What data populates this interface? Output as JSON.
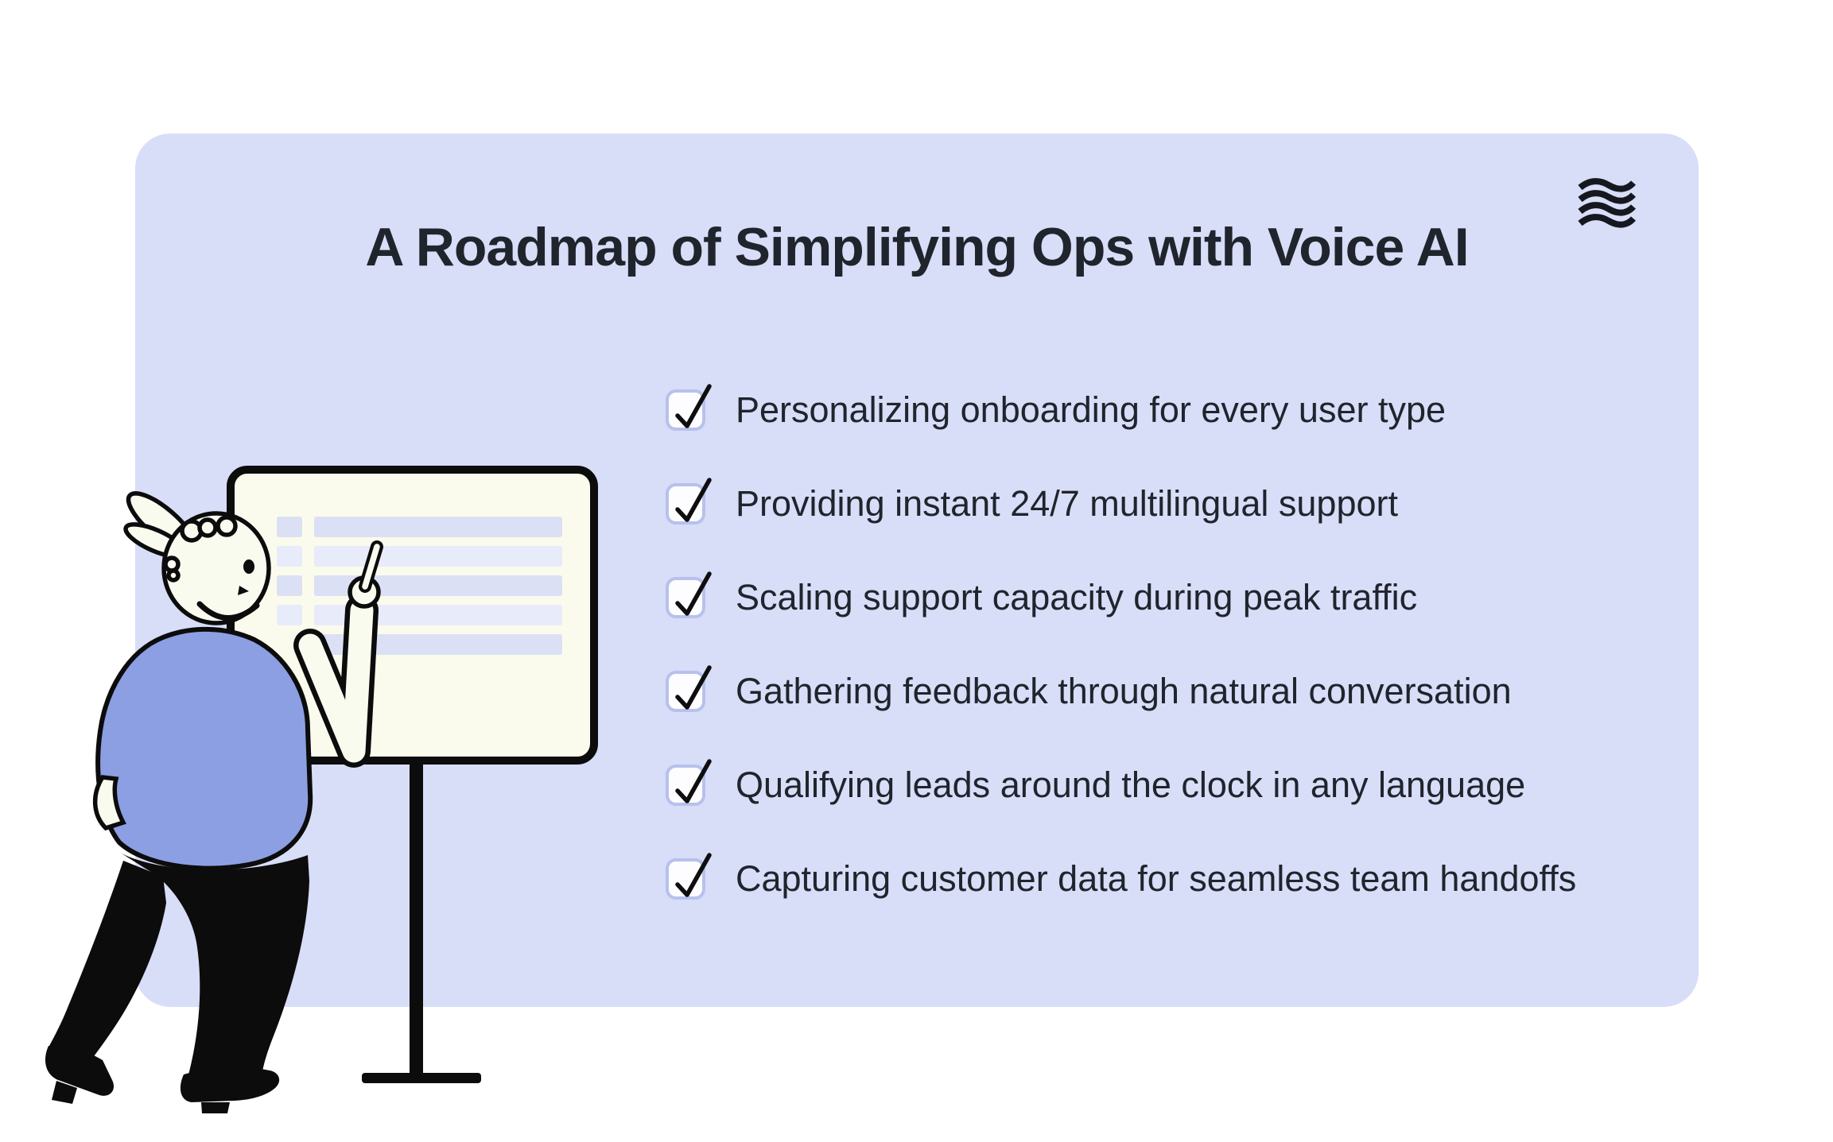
{
  "card": {
    "title": "A Roadmap of Simplifying Ops with Voice AI",
    "background": "#d8ddf8",
    "title_color": "#20242c"
  },
  "brand": {
    "icon": "wave-flag-icon",
    "color": "#16181f"
  },
  "checklist": {
    "items": [
      {
        "checked": true,
        "label": "Personalizing onboarding for every user type"
      },
      {
        "checked": true,
        "label": "Providing instant 24/7 multilingual support"
      },
      {
        "checked": true,
        "label": "Scaling support capacity during peak traffic"
      },
      {
        "checked": true,
        "label": "Gathering feedback through natural conversation"
      },
      {
        "checked": true,
        "label": "Qualifying leads around the clock in any language"
      },
      {
        "checked": true,
        "label": "Capturing customer data for seamless team handoffs"
      }
    ],
    "checkbox_style": {
      "border": "#b7c1ed",
      "fill": "#fdfdff",
      "check": "#0e0e0e"
    }
  },
  "illustration": {
    "name": "rabbit-presenter-pointing-at-whiteboard",
    "board_fill": "#fafbec",
    "board_stroke": "#0c0c0c",
    "board_stripe_colors": [
      "#dbe0f5",
      "#e8ebf9"
    ],
    "shirt_color": "#8c9fe3",
    "body_color": "#fafbef",
    "pants_color": "#0c0c0c"
  }
}
